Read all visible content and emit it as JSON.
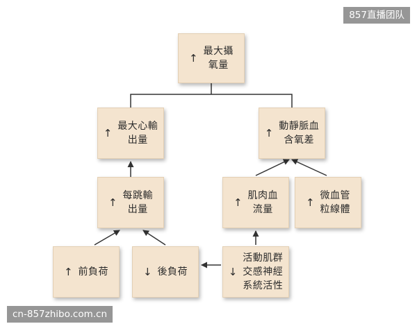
{
  "nodes": [
    {
      "id": "max-oxygen-uptake",
      "arrow": "↑",
      "label": "最大攝\n氧量"
    },
    {
      "id": "max-cardiac-output",
      "arrow": "↑",
      "label": "最大心輸\n出量"
    },
    {
      "id": "av-oxygen-difference",
      "arrow": "↑",
      "label": "動靜脈血\n含氧差"
    },
    {
      "id": "stroke-volume",
      "arrow": "↑",
      "label": "每跳輸\n出量"
    },
    {
      "id": "muscle-blood-flow",
      "arrow": "↑",
      "label": "肌肉血\n流量"
    },
    {
      "id": "capillary-mitochondria",
      "arrow": "↑",
      "label": "微血管\n粒線體"
    },
    {
      "id": "preload",
      "arrow": "↑",
      "label": "前負荷"
    },
    {
      "id": "afterload",
      "arrow": "↓",
      "label": "後負荷"
    },
    {
      "id": "sympathetic-activity",
      "arrow": "↓",
      "label": "活動肌群\n交感神經\n系統活性"
    }
  ],
  "edges": [
    {
      "from": "max-cardiac-output",
      "to": "max-oxygen-uptake",
      "style": "bracket"
    },
    {
      "from": "av-oxygen-difference",
      "to": "max-oxygen-uptake",
      "style": "bracket"
    },
    {
      "from": "stroke-volume",
      "to": "max-cardiac-output",
      "style": "arrow"
    },
    {
      "from": "muscle-blood-flow",
      "to": "av-oxygen-difference",
      "style": "arrow"
    },
    {
      "from": "capillary-mitochondria",
      "to": "av-oxygen-difference",
      "style": "arrow"
    },
    {
      "from": "preload",
      "to": "stroke-volume",
      "style": "arrow"
    },
    {
      "from": "afterload",
      "to": "stroke-volume",
      "style": "arrow"
    },
    {
      "from": "sympathetic-activity",
      "to": "afterload",
      "style": "arrow"
    },
    {
      "from": "sympathetic-activity",
      "to": "muscle-blood-flow",
      "style": "arrow"
    }
  ],
  "watermarks": {
    "top": "857直播团队",
    "bottom": "cn-857zhibo.com.cn"
  },
  "colors": {
    "node_fill": "#f4e4cf",
    "line": "#333333"
  }
}
